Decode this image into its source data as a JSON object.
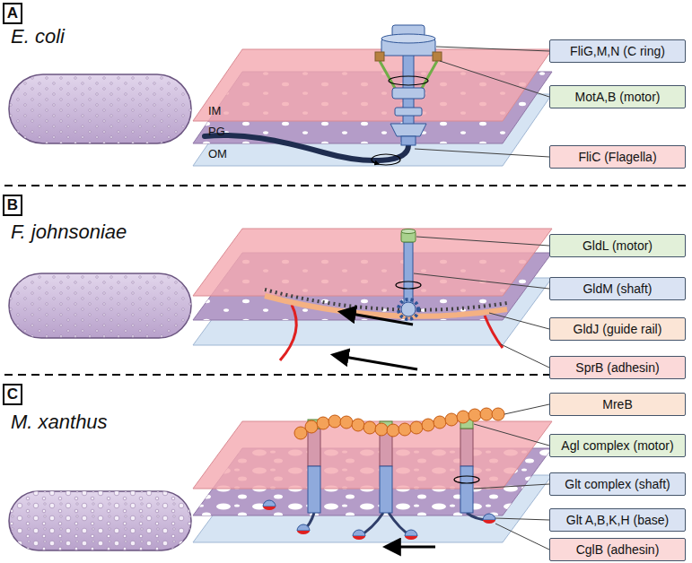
{
  "diagram": {
    "nodes": [
      {
        "text": [
          "A"
        ]
      },
      {
        "text": [
          "FliG,M,N (C ring)"
        ]
      },
      {
        "text": [
          "MotA,B (motor)"
        ]
      },
      {
        "text": [
          "FliC (Flagella)"
        ]
      },
      {
        "text": [
          "B"
        ]
      },
      {
        "text": [
          "GldL (motor)"
        ]
      },
      {
        "text": [
          "GldM (shaft)"
        ]
      },
      {
        "text": [
          "GldJ (guide rail)"
        ]
      },
      {
        "text": [
          "SprB (adhesin)"
        ]
      },
      {
        "text": [
          "C"
        ]
      },
      {
        "text": [
          "MreB"
        ]
      },
      {
        "text": [
          "Agl complex (motor)"
        ]
      },
      {
        "text": [
          "Glt complex (shaft)"
        ]
      },
      {
        "text": [
          "Glt A,B,K,H (base)"
        ]
      },
      {
        "text": [
          "CglB (adhesin)"
        ]
      }
    ],
    "labels": [
      "E. coli",
      "IM",
      "PG",
      "OM",
      "F. johnsoniae",
      "M. xanthus"
    ]
  }
}
